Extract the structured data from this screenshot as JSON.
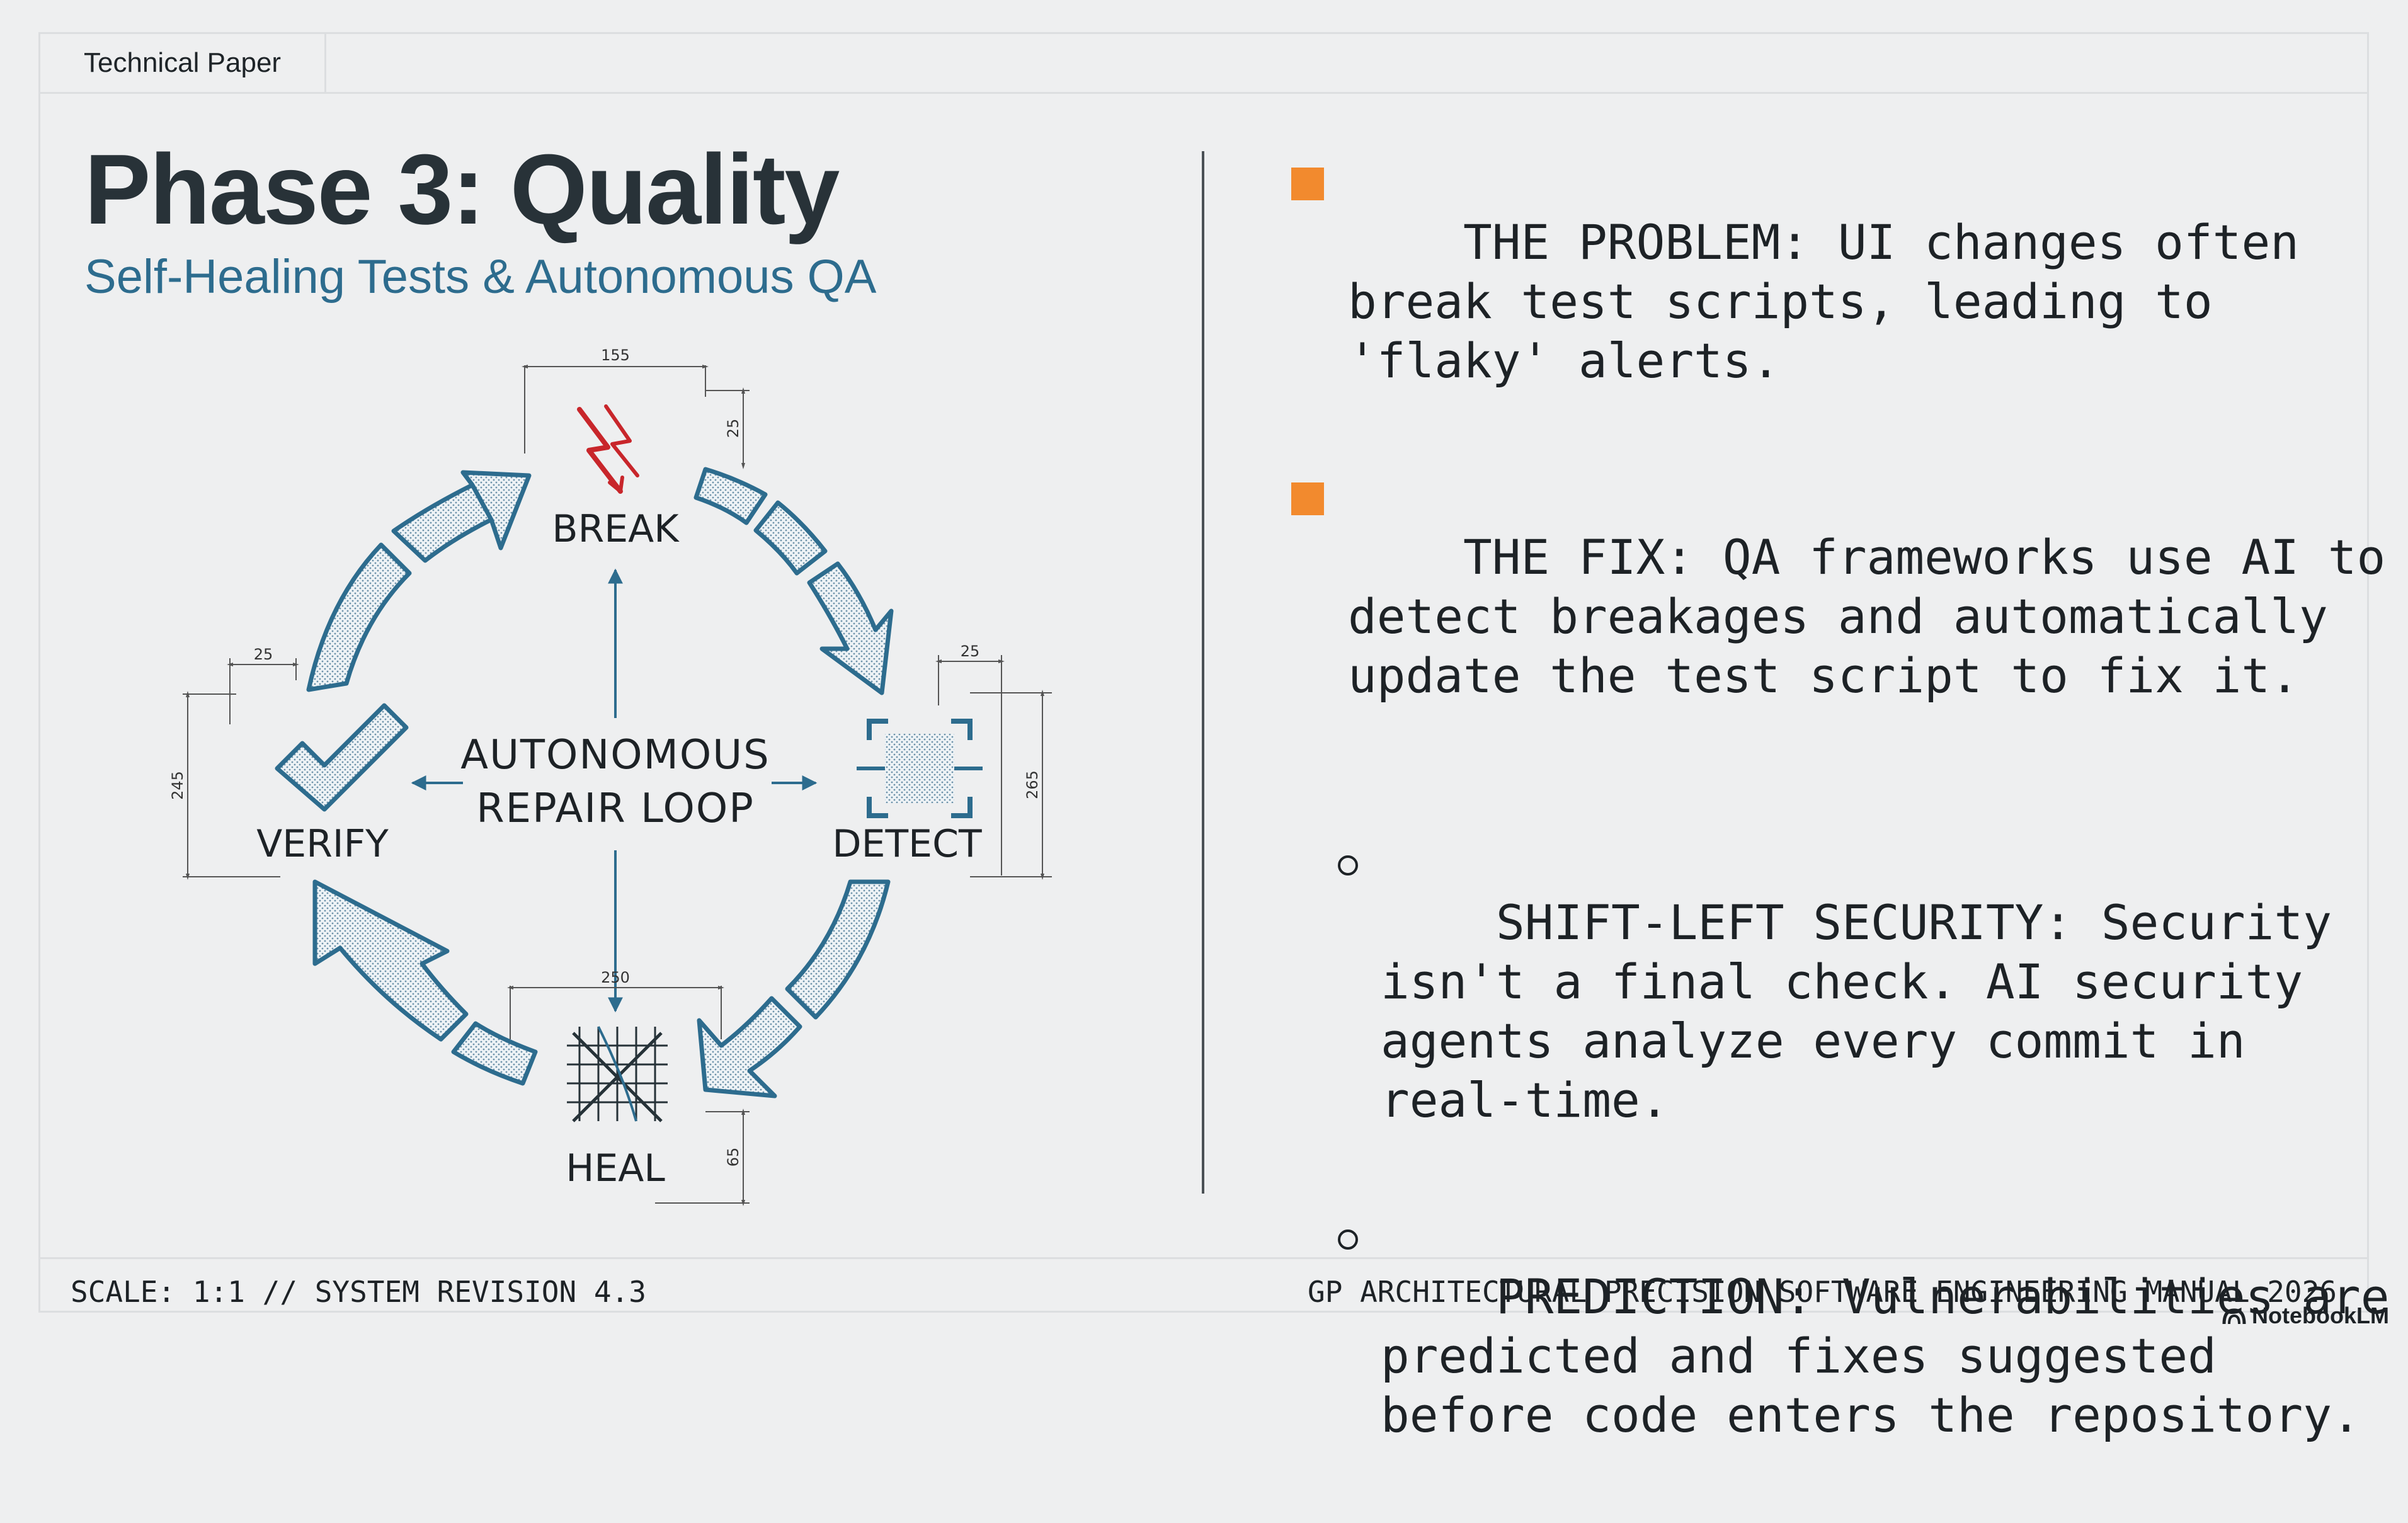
{
  "header": {
    "tab_label": "Technical Paper"
  },
  "title": "Phase 3: Quality",
  "subtitle": "Self-Healing Tests & Autonomous QA",
  "diagram": {
    "center_line1": "AUTONOMOUS",
    "center_line2": "REPAIR LOOP",
    "nodes": {
      "break": "BREAK",
      "detect": "DETECT",
      "heal": "HEAL",
      "verify": "VERIFY"
    },
    "dimensions": {
      "top_width": "155",
      "top_height": "25",
      "right_gap": "25",
      "right_height": "265",
      "left_gap": "25",
      "left_height": "245",
      "bottom_width": "250",
      "bottom_height": "65"
    },
    "icons": [
      "lightning-icon",
      "scan-icon",
      "mesh-icon",
      "checkmark-icon"
    ],
    "accent": "#2d6c8e",
    "break_color": "#c8262b"
  },
  "bullets": [
    {
      "text": "THE PROBLEM: UI changes often\nbreak test scripts, leading to\n'flaky' alerts."
    },
    {
      "text": "THE FIX: QA frameworks use AI to\ndetect breakages and automatically\nupdate the test script to fix it."
    }
  ],
  "subbullets": [
    {
      "text": "SHIFT-LEFT SECURITY: Security\nisn't a final check. AI security\nagents analyze every commit in\nreal-time."
    },
    {
      "text": "PREDICTION: Vulnerabilities are\npredicted and fixes suggested\nbefore code enters the repository."
    }
  ],
  "footer": {
    "left": "SCALE: 1:1 // SYSTEM REVISION 4.3",
    "right": "GP ARCHITECTURAL PRECISION SOFTWARE ENGINEERING MANUAL 2026"
  },
  "watermark": "NotebookLM",
  "colors": {
    "bullet_square": "#f28a2e",
    "title": "#283238",
    "subtitle": "#2d6c8e"
  }
}
